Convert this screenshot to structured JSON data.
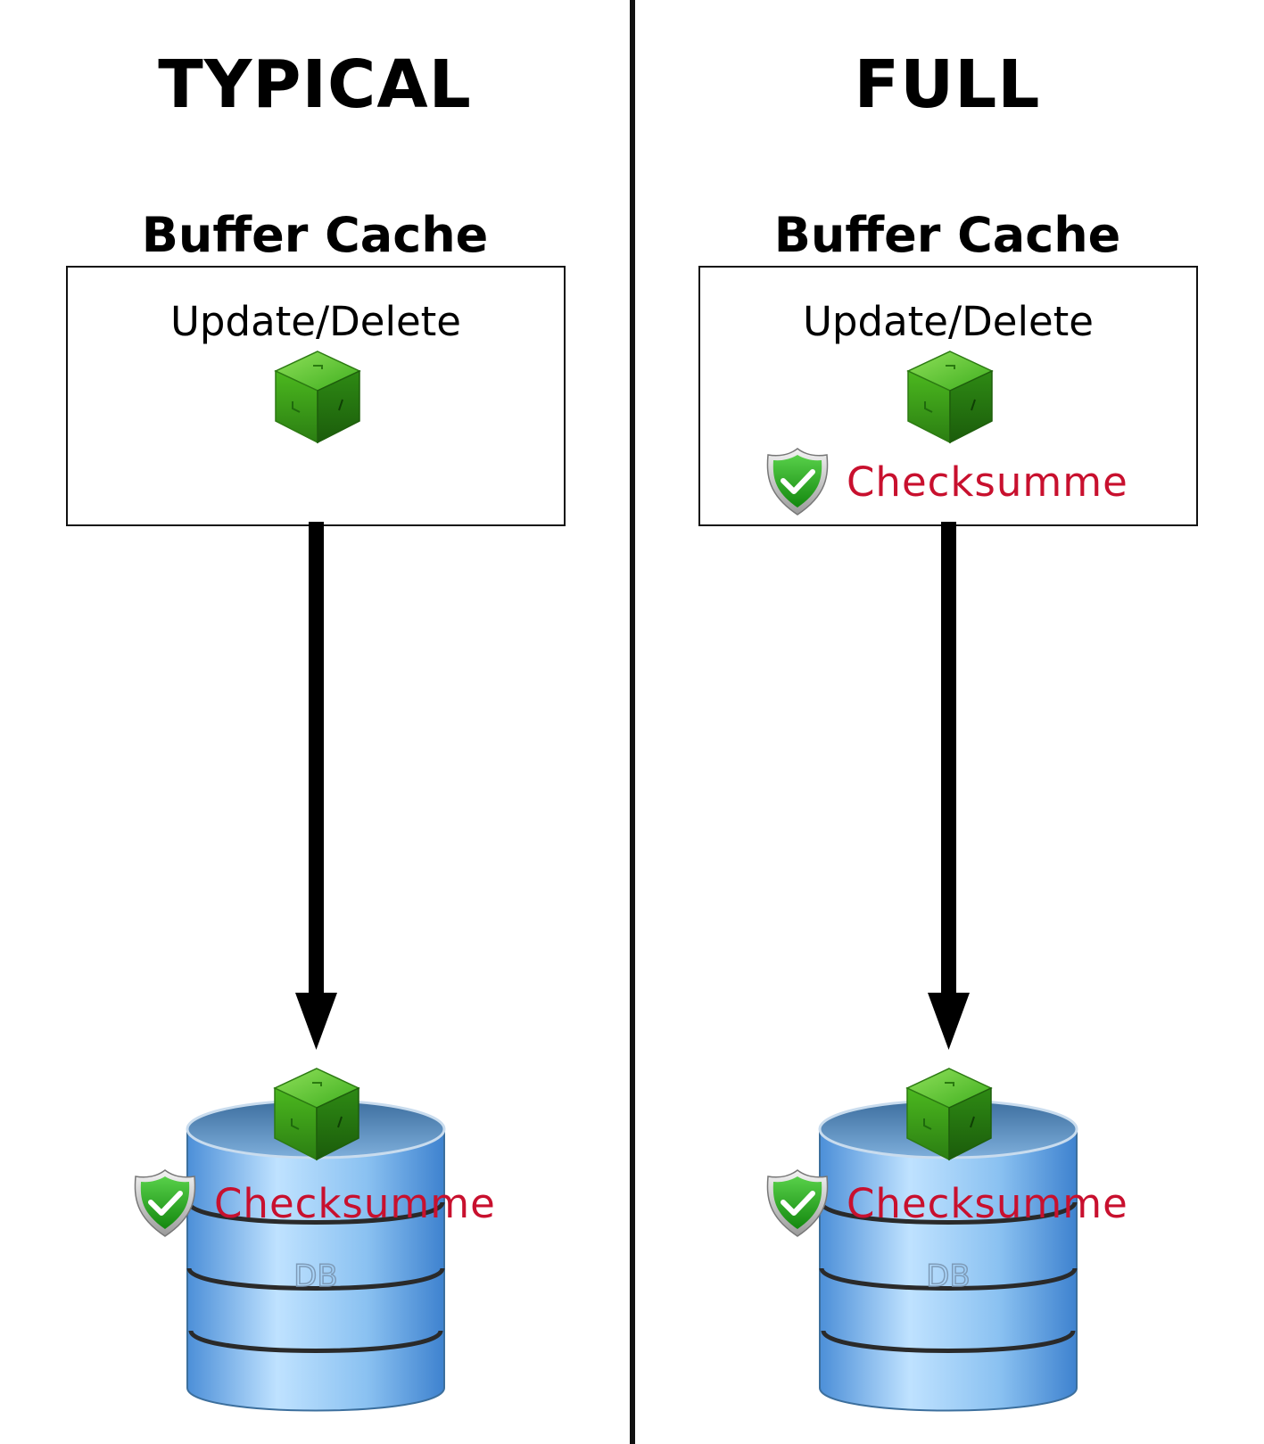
{
  "panels": [
    {
      "id": "typical",
      "title": "TYPICAL",
      "cache_title": "Buffer Cache",
      "operation_label": "Update/Delete",
      "cache_checksum_label": "",
      "db_checksum_label": "Checksumme",
      "db_label": "DB"
    },
    {
      "id": "full",
      "title": "FULL",
      "cache_title": "Buffer Cache",
      "operation_label": "Update/Delete",
      "cache_checksum_label": "Checksumme",
      "db_checksum_label": "Checksumme",
      "db_label": "DB"
    }
  ],
  "icons": {
    "block": "green-cube-icon",
    "checksum": "green-shield-check-icon",
    "database": "blue-database-cylinder-icon",
    "flow": "down-arrow"
  },
  "colors": {
    "checksum_text": "#c8102e",
    "cube_green": "#3ea81f",
    "shield_green": "#2aa52a",
    "db_blue": "#7fb7e8",
    "line": "#000000"
  }
}
